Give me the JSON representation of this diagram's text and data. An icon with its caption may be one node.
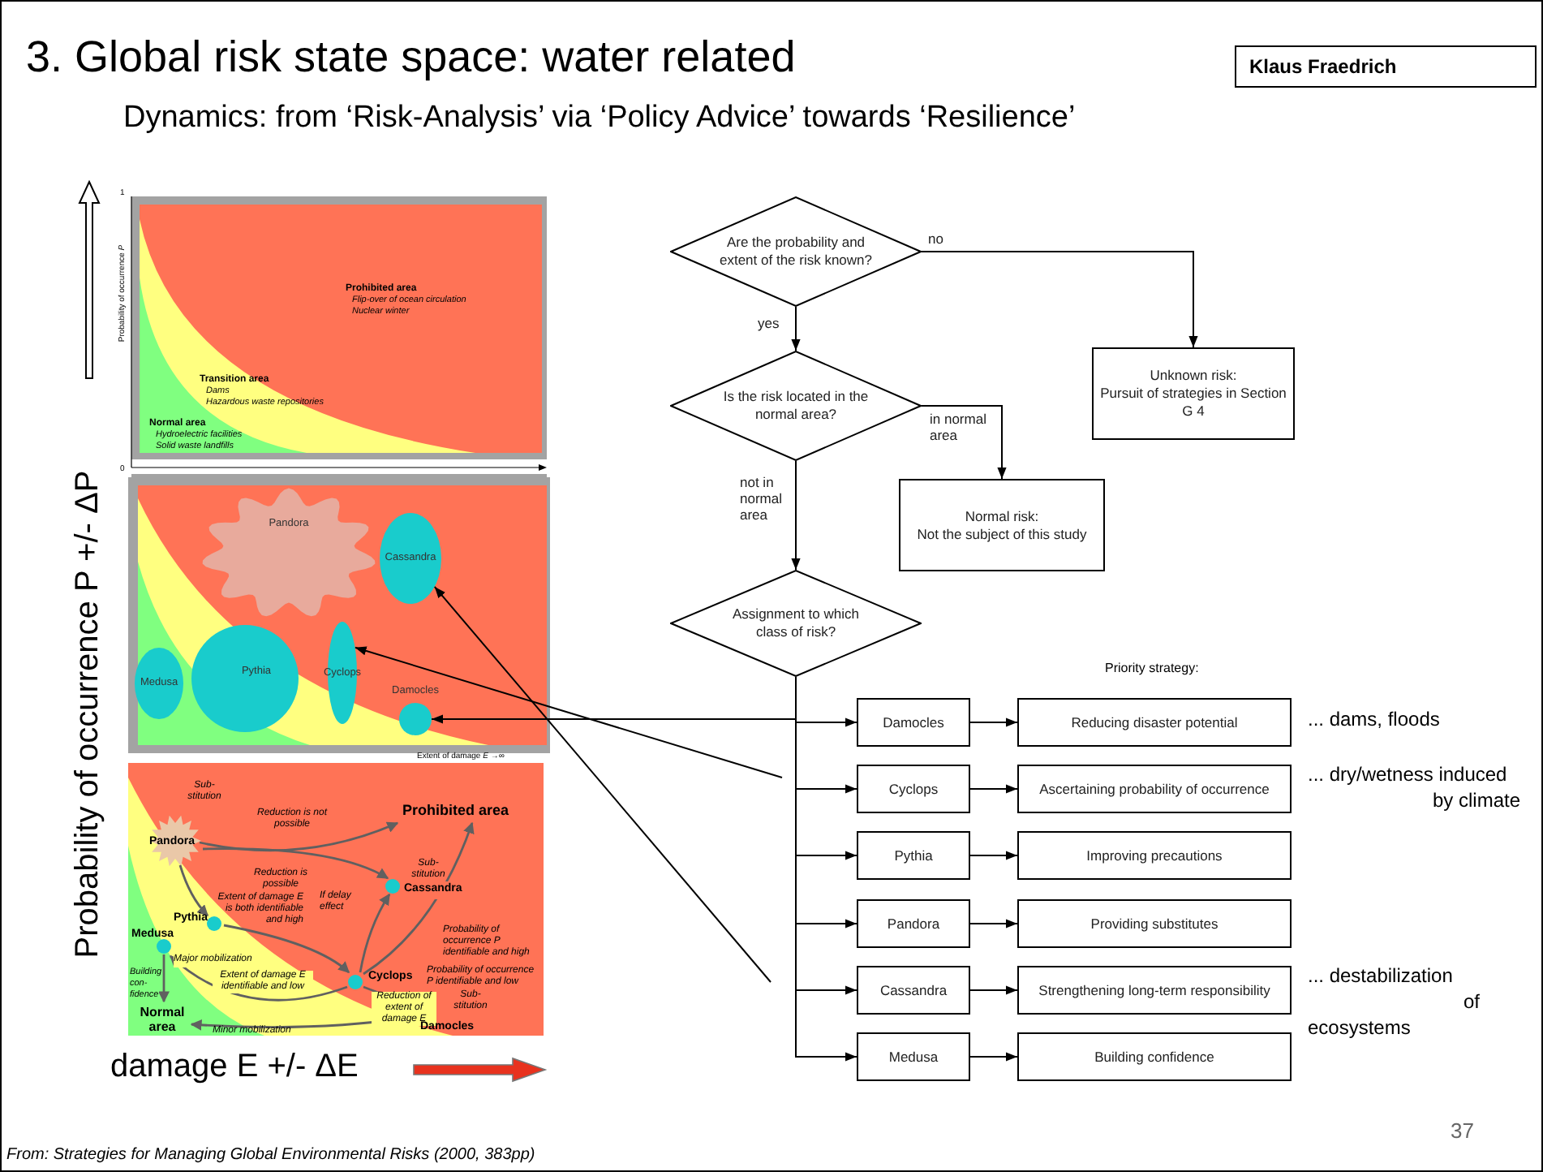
{
  "diagram": {
    "title": "3. Global risk state space: water related",
    "caption": "From: Strategies for Managing Global Environmental Risks (2000, 383pp)",
    "nodes": [
      {
        "text": [
          "Klaus Fraedrich"
        ]
      },
      {
        "text": [
          "Are the probability and extent of the risk known?"
        ]
      },
      {
        "text": [
          "Unknown risk:",
          "Pursuit of strategies in Section G 4"
        ]
      },
      {
        "text": [
          "Is the risk located in the normal area?"
        ]
      },
      {
        "text": [
          "Normal risk:",
          "Not the subject of this study"
        ]
      },
      {
        "text": [
          "Assignment to which class of risk?"
        ]
      },
      {
        "text": [
          "Damocles"
        ]
      },
      {
        "text": [
          "Cyclops"
        ]
      },
      {
        "text": [
          "Pythia"
        ]
      },
      {
        "text": [
          "Pandora"
        ]
      },
      {
        "text": [
          "Cassandra"
        ]
      },
      {
        "text": [
          "Medusa"
        ]
      },
      {
        "text": [
          "Reducing disaster potential"
        ]
      },
      {
        "text": [
          "Ascertaining probability of occurrence"
        ]
      },
      {
        "text": [
          "Improving precautions"
        ]
      },
      {
        "text": [
          "Providing substitutes"
        ]
      },
      {
        "text": [
          "Strengthening long-term responsibility"
        ]
      },
      {
        "text": [
          "Building confidence"
        ]
      },
      {
        "text": [
          "Pandora"
        ]
      },
      {
        "text": [
          "Cassandra"
        ]
      },
      {
        "text": [
          "Pythia"
        ]
      },
      {
        "text": [
          "Cyclops"
        ]
      },
      {
        "text": [
          "Medusa"
        ]
      },
      {
        "text": [
          "Damocles"
        ]
      }
    ],
    "edges": [
      {
        "from": 1,
        "to": 2,
        "arrow": "to",
        "label": "no"
      },
      {
        "from": 1,
        "to": 3,
        "arrow": "to",
        "label": "yes"
      },
      {
        "from": 3,
        "to": 4,
        "arrow": "to",
        "label": "in normal area"
      },
      {
        "from": 3,
        "to": 5,
        "arrow": "to",
        "label": "not in normal area"
      },
      {
        "from": 5,
        "to": 6,
        "arrow": "to"
      },
      {
        "from": 5,
        "to": 7,
        "arrow": "to"
      },
      {
        "from": 5,
        "to": 8,
        "arrow": "to"
      },
      {
        "from": 5,
        "to": 9,
        "arrow": "to"
      },
      {
        "from": 5,
        "to": 10,
        "arrow": "to"
      },
      {
        "from": 5,
        "to": 11,
        "arrow": "to"
      },
      {
        "from": 6,
        "to": 12,
        "arrow": "to"
      },
      {
        "from": 7,
        "to": 13,
        "arrow": "to"
      },
      {
        "from": 8,
        "to": 14,
        "arrow": "to"
      },
      {
        "from": 9,
        "to": 15,
        "arrow": "to"
      },
      {
        "from": 10,
        "to": 16,
        "arrow": "to"
      },
      {
        "from": 11,
        "to": 17,
        "arrow": "to"
      },
      {
        "from": null,
        "to": 23,
        "arrow": "to"
      },
      {
        "from": null,
        "to": 21,
        "arrow": "to"
      },
      {
        "from": null,
        "to": 19,
        "arrow": "to"
      }
    ],
    "labels": [
      "Dynamics: from ‘Risk-Analysis’ via ‘Policy Advice’ towards ‘Resilience’",
      "1",
      "Probability of occurrence *P*",
      "0",
      "Prohibited area",
      "Flip-over of ocean circulation",
      "Nuclear winter",
      "Transition area",
      "Dams",
      "Hazardous waste repositories",
      "Normal area",
      "Hydroelectric facilities",
      "Solid waste landfills",
      "Extent of damage *E* →∞",
      "Sub- stitution",
      "Reduction is not possible",
      "Prohibited area",
      "Pandora",
      "Reduction is possible",
      "Sub- stitution",
      "Cassandra",
      "If delay effect",
      "Extent of damage *E* is both identifiable and high",
      "Pythia",
      "Medusa",
      "Major mobilization",
      "Probability of occurrence *P* identifiable and high",
      "Building con- fidence",
      "Extent of damage *E* identifiable and low",
      "Cyclops",
      "Probability of occurrence *P* identifiable and low",
      "Sub- stitution",
      "Reduction of extent of damage *E*",
      "Normal area",
      "Damocles",
      "Minor mobilization",
      "Probability of occurrence P +/- ΔP",
      "damage E +/- ΔE",
      "Priority strategy:",
      "... dams, floods",
      "... dry/wetness induced",
      "by climate",
      "... destabilization",
      "of",
      "ecosystems",
      "37"
    ]
  }
}
